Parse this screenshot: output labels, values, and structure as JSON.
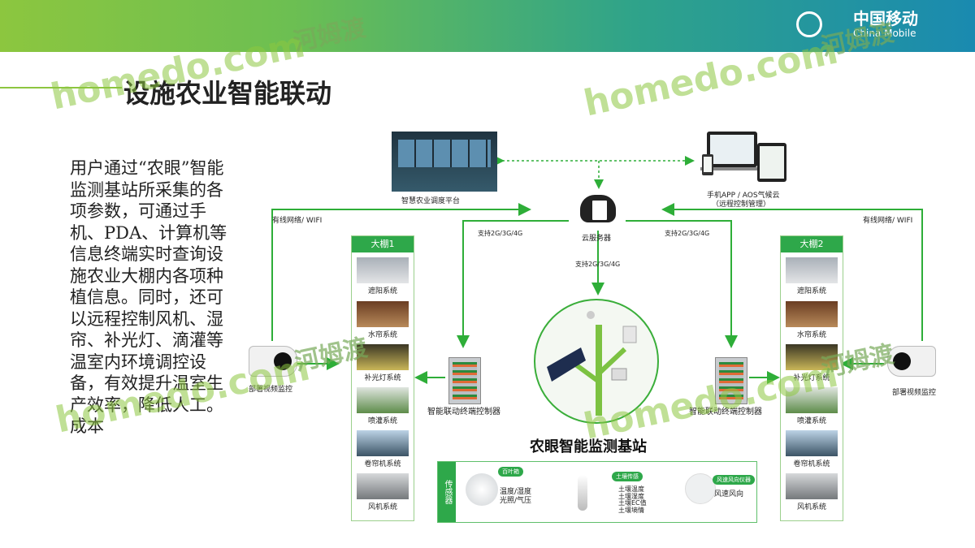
{
  "header": {
    "brand_cn": "中国移动",
    "brand_en": "China Mobile"
  },
  "slide": {
    "title": "设施农业智能联动",
    "description": "用户通过“农眼”智能监测基站所采集的各项参数，可通过手机、PDA、计算机等信息终端实时查询设施农业大棚内各项种植信息。同时，还可以远程控制风机、湿帘、补光灯、滴灌等温室内环境调控设备，有效提升温室生产效率，降低人工。成本"
  },
  "diagram": {
    "platform_label": "智慧农业调度平台",
    "mobile_label": "手机APP / AOS气候云",
    "mobile_sub": "（远程控制管理）",
    "cloud_label": "云服务器",
    "link_wired_left": "有线网络/ WIFI",
    "link_wired_right": "有线网络/ WIFI",
    "link_cell_left": "支持2G/3G/4G",
    "link_cell_center": "支持2G/3G/4G",
    "link_cell_right": "支持2G/3G/4G",
    "camera_left": "部署视频监控",
    "camera_right": "部署视频监控",
    "controller_left": "智能联动终端控制器",
    "controller_right": "智能联动终端控制器",
    "station_title": "农眼智能监测基站",
    "shed1": {
      "title": "大棚1",
      "items": [
        "遮阳系统",
        "水帘系统",
        "补光灯系统",
        "喷灌系统",
        "卷帘机系统",
        "风机系统"
      ]
    },
    "shed2": {
      "title": "大棚2",
      "items": [
        "遮阳系统",
        "水帘系统",
        "补光灯系统",
        "喷灌系统",
        "卷帘机系统",
        "风机系统"
      ]
    },
    "sensors": {
      "tag": "传感器",
      "s1_chip": "百叶箱",
      "s1_text": "温度/湿度\n光照/气压",
      "s2_chip": "土壤传感",
      "s2_text": "土壤温度\n土壤湿度\n土壤EC值\n土壤墒情",
      "s3_chip": "风速风向仪器",
      "s3_text": "风速风向"
    }
  },
  "watermark": {
    "text": "homedo.com",
    "cn": "河姆渡"
  }
}
